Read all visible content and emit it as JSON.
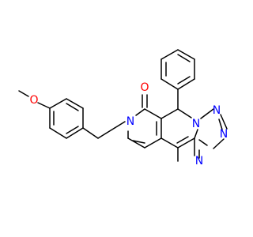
{
  "molecule": {
    "colors": {
      "bond": "#000000",
      "oxygen": "#ff0000",
      "nitrogen": "#0000ff"
    },
    "labels": {
      "methoxy_oxygen": "O",
      "carbonyl_oxygen": "O",
      "amide_nitrogen": "N",
      "bridgehead_nitrogen": "N",
      "triazole_nitrogen_top": "N",
      "triazole_nitrogen_bottom": "N",
      "pyrimidine_nitrogen": "N"
    }
  }
}
